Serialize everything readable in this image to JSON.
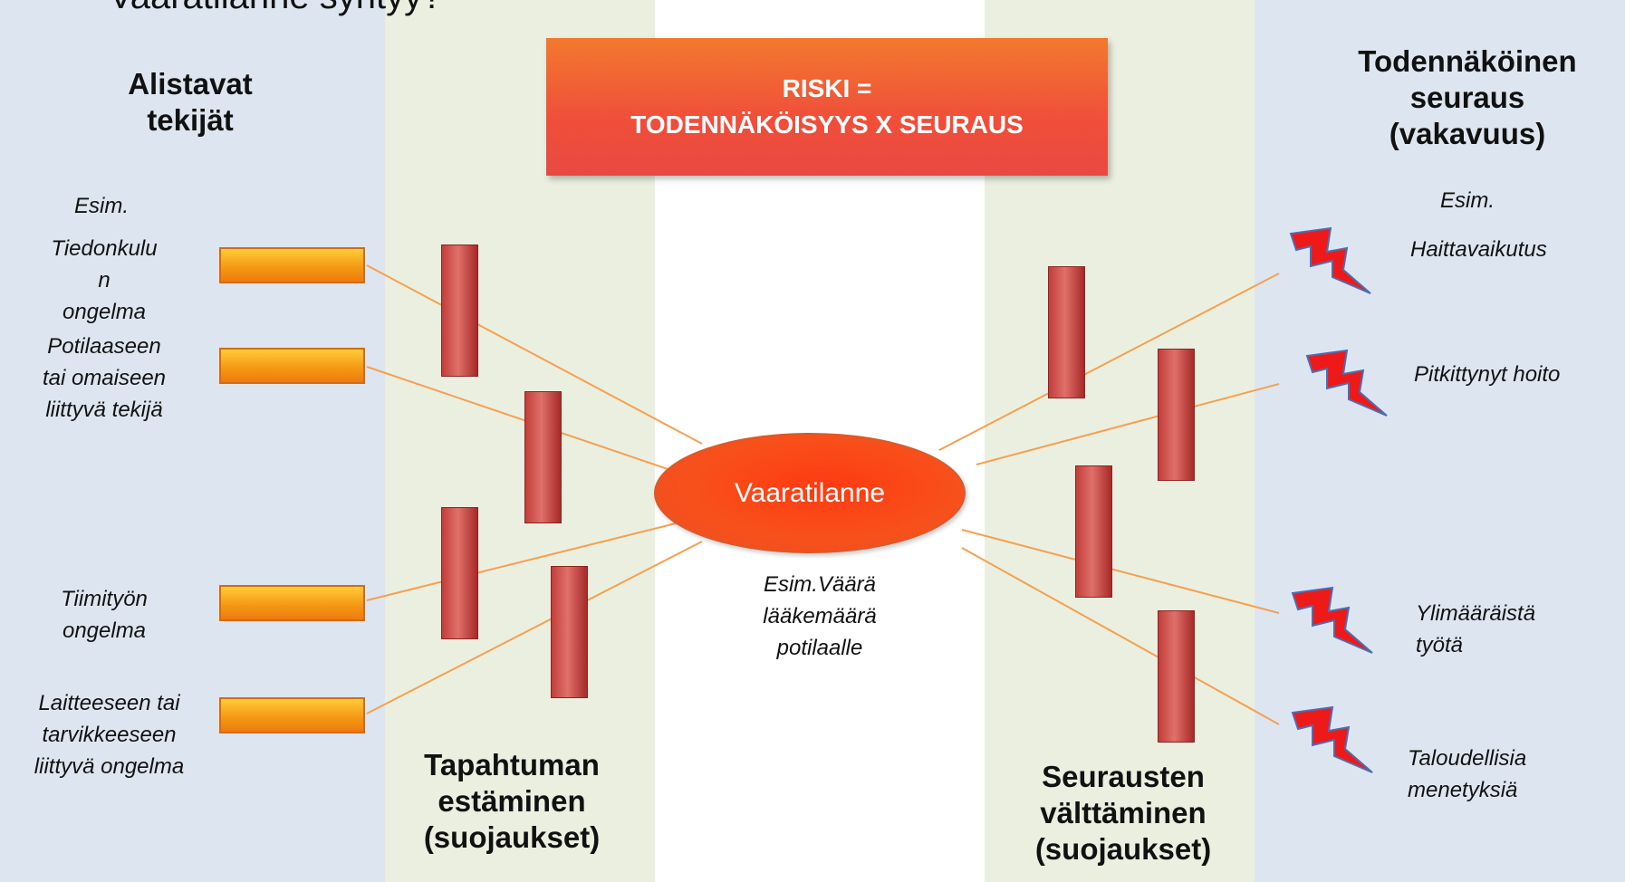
{
  "cut_title": "Vaaratilanne syntyy?",
  "risk_box": {
    "line1": "RISKI =",
    "line2": "TODENNÄKÖISYYS X SEURAUS"
  },
  "left_column": {
    "heading": "Alistavat\ntekijät",
    "example_label": "Esim.",
    "factors": [
      "Tiedonkulu\nn\nongelma",
      "Potilaaseen\ntai omaiseen\nliittyvä tekijä",
      "Tiimityön\nongelma",
      "Laitteeseen tai\ntarvikkeeseen\nliittyvä ongelma"
    ]
  },
  "prevention_column": {
    "heading": "Tapahtuman\nestäminen\n(suojaukset)"
  },
  "mitigation_column": {
    "heading": "Seurausten\nvälttäminen\n(suojaukset)"
  },
  "hazard": {
    "label": "Vaaratilanne",
    "example": "Esim.Väärä\nlääkemäärä\npotilaalle"
  },
  "right_column": {
    "heading": "Todennäköinen\nseuraus\n(vakavuus)",
    "example_label": "Esim.",
    "consequences": [
      "Haittavaikutus",
      "Pitkittynyt hoito",
      "Ylimääräistä\ntyötä",
      "Taloudellisia\nmenetyksiä"
    ]
  },
  "colors": {
    "column_blue": "#dde6f0",
    "column_green": "#ebefe0",
    "connector": "#f5a050",
    "barrier_red": "#c23e3a",
    "lightning": "#ee1a1a"
  }
}
